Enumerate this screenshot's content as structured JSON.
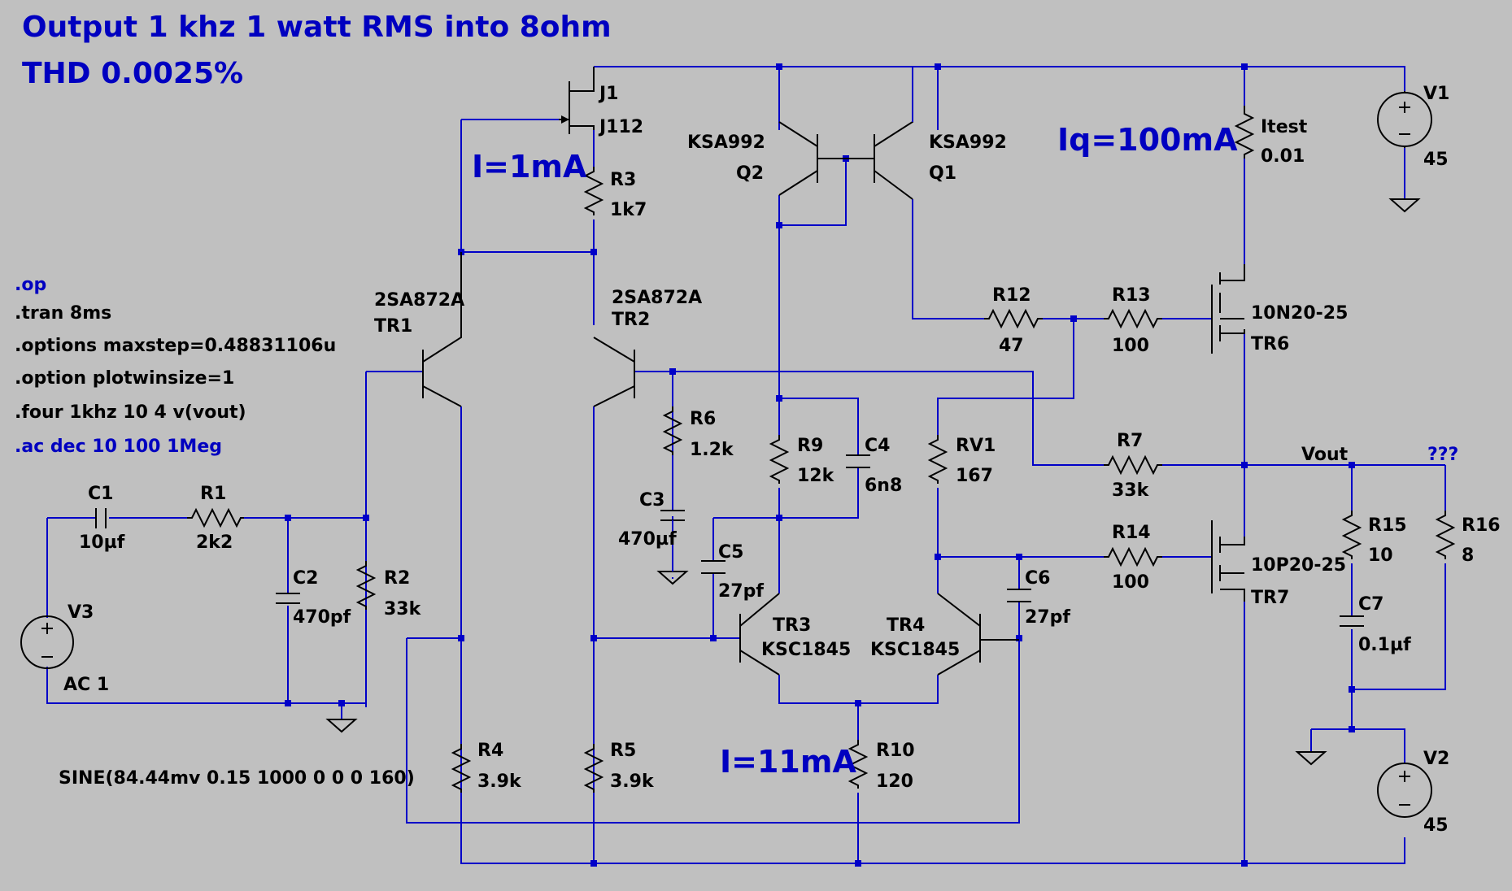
{
  "title": {
    "line1": "Output 1 khz 1 watt RMS into 8ohm",
    "line2": "THD 0.0025%"
  },
  "annotations": {
    "current_j1": "I=1mA",
    "current_tail": "I=11mA",
    "quiescent": "Iq=100mA"
  },
  "directives": [
    ".op",
    ".tran 8ms",
    ".options maxstep=0.48831106u",
    ".option plotwinsize=1",
    ".four 1khz 10 4 v(vout)",
    ".ac dec 10 100 1Meg"
  ],
  "source_spec": "SINE(84.44mv 0.15 1000 0 0 0 160)",
  "net_labels": {
    "vout": "Vout",
    "unknown": "???"
  },
  "components": {
    "J1": {
      "name": "J1",
      "value": "J112"
    },
    "R3": {
      "name": "R3",
      "value": "1k7"
    },
    "Q2": {
      "name": "Q2",
      "value": "KSA992"
    },
    "Q1": {
      "name": "Q1",
      "value": "KSA992"
    },
    "Itest": {
      "name": "Itest",
      "value": "0.01"
    },
    "V1": {
      "name": "V1",
      "value": "45"
    },
    "V2": {
      "name": "V2",
      "value": "45"
    },
    "V3": {
      "name": "V3",
      "value": "AC 1"
    },
    "TR1": {
      "name": "TR1",
      "value": "2SA872A"
    },
    "TR2": {
      "name": "TR2",
      "value": "2SA872A"
    },
    "R12": {
      "name": "R12",
      "value": "47"
    },
    "R13": {
      "name": "R13",
      "value": "100"
    },
    "TR6": {
      "name": "TR6",
      "value": "10N20-25"
    },
    "TR7": {
      "name": "TR7",
      "value": "10P20-25"
    },
    "R6": {
      "name": "R6",
      "value": "1.2k"
    },
    "C3": {
      "name": "C3",
      "value": "470µf"
    },
    "R9": {
      "name": "R9",
      "value": "12k"
    },
    "C4": {
      "name": "C4",
      "value": "6n8"
    },
    "RV1": {
      "name": "RV1",
      "value": "167"
    },
    "R7": {
      "name": "R7",
      "value": "33k"
    },
    "R14": {
      "name": "R14",
      "value": "100"
    },
    "R15": {
      "name": "R15",
      "value": "10"
    },
    "R16": {
      "name": "R16",
      "value": "8"
    },
    "C7": {
      "name": "C7",
      "value": "0.1µf"
    },
    "C1": {
      "name": "C1",
      "value": "10µf"
    },
    "R1": {
      "name": "R1",
      "value": "2k2"
    },
    "C2": {
      "name": "C2",
      "value": "470pf"
    },
    "R2": {
      "name": "R2",
      "value": "33k"
    },
    "C5": {
      "name": "C5",
      "value": "27pf"
    },
    "C6": {
      "name": "C6",
      "value": "27pf"
    },
    "TR3": {
      "name": "TR3",
      "value": "KSC1845"
    },
    "TR4": {
      "name": "TR4",
      "value": "KSC1845"
    },
    "R4": {
      "name": "R4",
      "value": "3.9k"
    },
    "R5": {
      "name": "R5",
      "value": "3.9k"
    },
    "R10": {
      "name": "R10",
      "value": "120"
    }
  },
  "colors": {
    "wire": "#0000c8",
    "component": "#000000",
    "background": "#c0c0c0",
    "annotation": "#0000c0"
  }
}
